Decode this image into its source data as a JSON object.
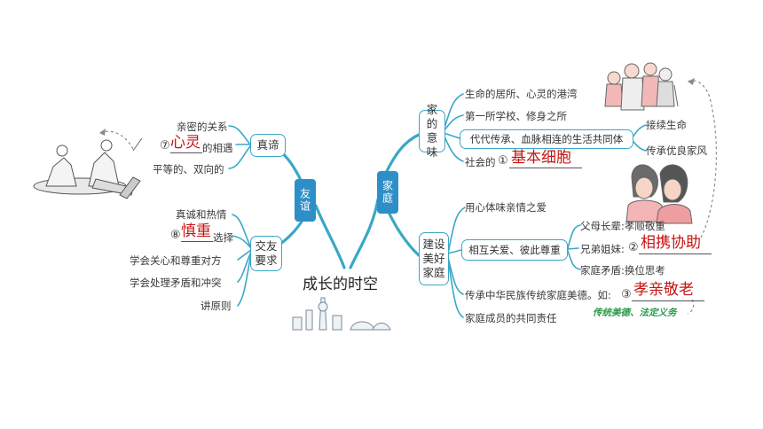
{
  "center": "成长的时空",
  "left": {
    "label": "友谊",
    "zhendi": {
      "label": "真谛",
      "items": [
        "亲密的关系",
        "的相遇",
        "平等的、双向的"
      ],
      "blank_number": "⑦",
      "answer": "心灵"
    },
    "jiaoyou": {
      "label": "交友要求",
      "items": [
        "真诚和热情",
        "选择",
        "学会关心和尊重对方",
        "学会处理矛盾和冲突",
        "讲原则"
      ],
      "blank_number": "⑧",
      "answer": "慎重"
    }
  },
  "right": {
    "label": "家庭",
    "yiwei": {
      "label": "家的意味",
      "items": [
        "生命的居所、心灵的港湾",
        "第一所学校、修身之所",
        "代代传承、血脉相连的生活共同体",
        "社会的"
      ],
      "sub": [
        "接续生命",
        "传承优良家风"
      ],
      "blank_number": "①",
      "answer": "基本细胞"
    },
    "jianshe": {
      "label": "建设美好家庭",
      "items": [
        "用心体味亲情之爱",
        "相互关爱、彼此尊重",
        "传承中华民族传统家庭美德。如:",
        "家庭成员的共同责任"
      ],
      "sub": [
        "父母长辈:孝顺敬重",
        "兄弟姐妹:",
        "家庭矛盾:换位思考"
      ],
      "blank2_number": "②",
      "answer2": "相携协助",
      "blank3_number": "③",
      "answer3": "孝亲敬老",
      "note": "传统美德、法定义务"
    }
  },
  "colors": {
    "branch": "#3aa7c6",
    "answer": "#c81414",
    "tag": "#2e8fc8"
  }
}
